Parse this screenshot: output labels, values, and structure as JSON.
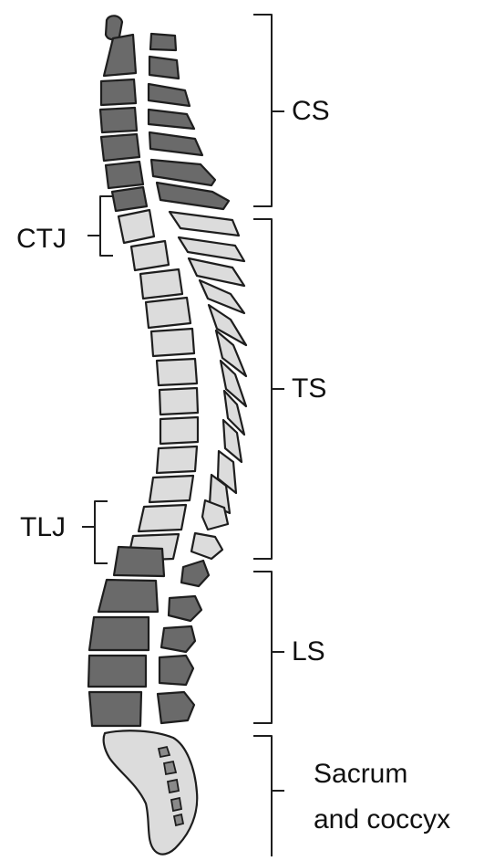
{
  "labels": {
    "cs": "CS",
    "ts": "TS",
    "ls": "LS",
    "ctj": "CTJ",
    "tlj": "TLJ",
    "sacrum_line1": "Sacrum",
    "sacrum_line2": "and coccyx"
  },
  "colors": {
    "region_vertebra": "#6a6a6a",
    "thoracic_vertebra": "#dcdcdc",
    "outline": "#1e1e1e",
    "background": "#ffffff"
  }
}
